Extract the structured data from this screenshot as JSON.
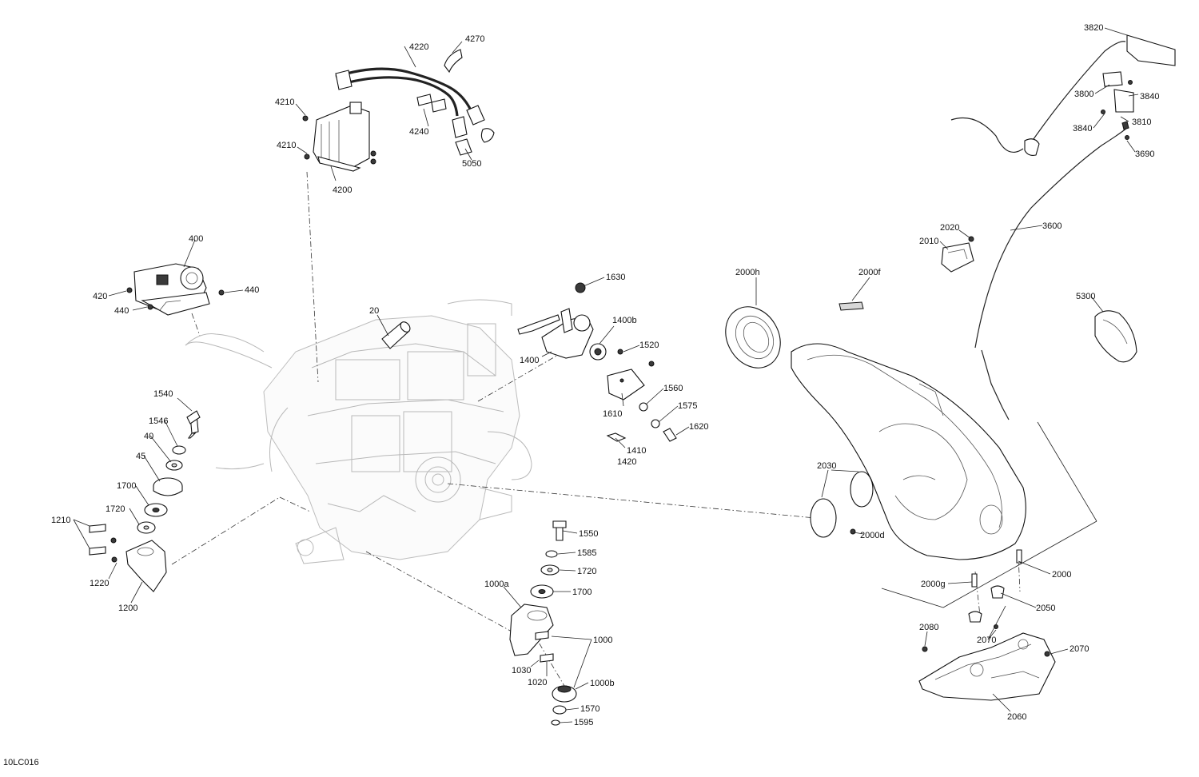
{
  "document_code": "10LC016",
  "callouts": {
    "c3820": "3820",
    "c3800": "3800",
    "c3840a": "3840",
    "c3840b": "3840",
    "c3810": "3810",
    "c3690": "3690",
    "c3600": "3600",
    "c2020": "2020",
    "c2010": "2010",
    "c5300": "5300",
    "c4220": "4220",
    "c4270": "4270",
    "c4210a": "4210",
    "c4210b": "4210",
    "c4240": "4240",
    "c5050": "5050",
    "c4200": "4200",
    "c400": "400",
    "c420": "420",
    "c440a": "440",
    "c440b": "440",
    "c20": "20",
    "c1630": "1630",
    "c1400b": "1400b",
    "c1400": "1400",
    "c1520": "1520",
    "c1560": "1560",
    "c1575": "1575",
    "c1610": "1610",
    "c1620": "1620",
    "c1410": "1410",
    "c1420": "1420",
    "c2000h": "2000h",
    "c2000f": "2000f",
    "c2030": "2030",
    "c2000d": "2000d",
    "c2000": "2000",
    "c2000g": "2000g",
    "c2050": "2050",
    "c2080": "2080",
    "c2070a": "2070",
    "c2070b": "2070",
    "c2060": "2060",
    "c1540": "1540",
    "c1546": "1546",
    "c40": "40",
    "c45": "45",
    "c1700a": "1700",
    "c1720a": "1720",
    "c1210": "1210",
    "c1220": "1220",
    "c1200": "1200",
    "c1550": "1550",
    "c1585": "1585",
    "c1720b": "1720",
    "c1000a": "1000a",
    "c1700b": "1700",
    "c1000": "1000",
    "c1030": "1030",
    "c1020": "1020",
    "c1000b": "1000b",
    "c1570": "1570",
    "c1595": "1595"
  }
}
